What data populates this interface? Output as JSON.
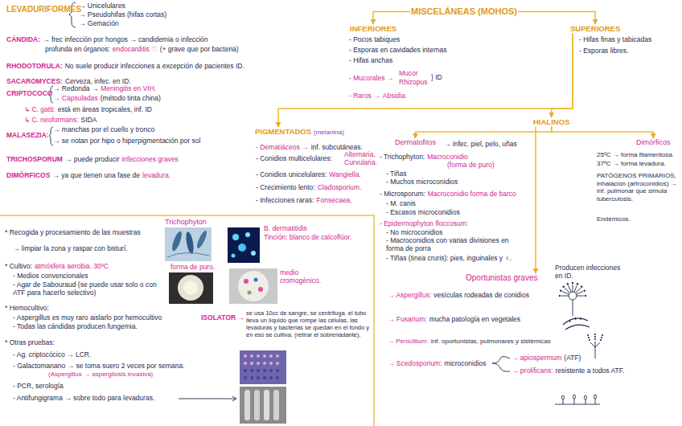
{
  "diagram": {
    "nodes": [
      {
        "text": [
          "MISCELÁNEAS (MOHOS)"
        ]
      },
      {
        "text": [
          "INFERIORES"
        ]
      },
      {
        "text": [
          "SUPERIORES"
        ]
      },
      {
        "text": [
          "PIGMENTADOS",
          "(melanina)"
        ]
      },
      {
        "text": [
          "HIALINOS"
        ]
      },
      {
        "text": [
          "Dermatofitos"
        ]
      },
      {
        "text": [
          "Dimórficos"
        ]
      },
      {
        "text": [
          "Oportunistas graves"
        ]
      }
    ],
    "edges": [
      {
        "from": 0,
        "to": 1,
        "arrow": "to"
      },
      {
        "from": 0,
        "to": 2,
        "arrow": "to"
      },
      {
        "from": 2,
        "to": 3,
        "arrow": "to"
      },
      {
        "from": 2,
        "to": 4,
        "arrow": "to"
      },
      {
        "from": 4,
        "to": 5,
        "arrow": "to"
      },
      {
        "from": 4,
        "to": 6,
        "arrow": "to"
      },
      {
        "from": 4,
        "to": 7,
        "arrow": "to"
      }
    ],
    "labels": [
      "LEVADURIFORMES",
      "→ Unicelulares",
      "→ Pseudohifas (hifas cortas)",
      "→ Gemación",
      "CÁNDIDA:",
      "→ frec infección por hongos → candidemia o infección",
      "profunda en órganos:",
      "endocarditis ♡",
      "(+ grave que por bacteria)",
      "RHODOTORULA:",
      "No suele producir infecciones a excepción de pacientes ID.",
      "SACAROMYCES:",
      "Cerveza, infec. en ID.",
      "CRIPTOCOCO",
      "→ Redonda →",
      "Meningitis en VIH.",
      "→ Capsuladas",
      "(método tinta china)",
      "↳ C. gatti:",
      "está en áreas tropicales, inf. ID",
      "↳ C. neoformans:",
      "SIDA",
      "→ manchas por el cuello y tronco",
      "MALASEZIA:",
      "→ se notan por hipo o hiperpigmentación por sol",
      "TRICHOSPORUM",
      "→ puede producir",
      "infecciones graves",
      "DIMÓRFICOS",
      "→ ya que tienen una fase de",
      "levadura.",
      "- Pocos tabiques",
      "- Esporas en cavidades internas",
      "- Hifas anchas",
      "- Mucorales →",
      "Mucor",
      "Rhizopus",
      "} ID",
      "- Raros →",
      "Absidia.",
      "- Hifas finas y tabicadas",
      "- Esporas libres.",
      "- Dematiáceos →",
      "inf. subcutáneas.",
      "- Conidios multicelulares:",
      "Alternaria,",
      "Curvularia.",
      "- Conidios unicelulares:",
      "Wangiella.",
      "- Crecimiento lento:",
      "Cladosporium.",
      "- Infecciones raras:",
      "Fonsecaea.",
      "→ infec. piel, pelo, uñas",
      "- Trichophyton:",
      "Macroconidio",
      "(forma de puro)",
      "- Tiñas",
      "- Muchos microconidios",
      "- Microsporum:",
      "Macroconidio forma de barco",
      "- M. canis",
      "- Escasos microconidios",
      "- Epidermophyton floccosum:",
      "- No microconidios",
      "- Macroconidios con varias divisiones en forma de porra",
      "- Tiñas (tinea cruris): pies, inguinales y ♀.",
      "25ºC → forma filamentosa.",
      "37ºC → forma levadura.",
      "PATÓGENOS PRIMARIOS, inhalación (artroconidios) → inf. pulmonar que simula tuberculosis.",
      "Endémicos.",
      "Producen infecciones en ID.",
      "→ Aspergillus:",
      "vesículas rodeadas de conidios",
      "→ Fusarium:",
      "mucha patología en vegetales",
      "→ Penicillium:",
      "Inf. oportunistas, pulmonares y sistémicas",
      "→ Scedosporium:",
      "microconidios",
      "→ apiospermum",
      "(ATF)",
      "→ prolificans:",
      "resistente a todos ATF.",
      "* Recogida y procesamiento de las muestras",
      "→ limpiar la zona y raspar con bisturí.",
      "* Cultivo:",
      "atmósfera aerobia. 30ºC",
      "- Medios convencionales",
      "- Agar de Sabouraud (se puede usar solo o con ATF para hacerlo selectivo)",
      "* Hemocultivo:",
      "- Aspergillus es muy raro aislarlo por hemocultivo",
      "- Todas las cándidas producen fungemia.",
      "* Otras pruebas:",
      "- Ag. criptocócico → LCR.",
      "- Galactomanano → se toma suero 2 veces por semana.",
      "(Aspergillus → aspergilosis invasiva)",
      "- PCR, serología",
      "- Antifungigrama → sobre todo para levaduras.",
      "Trichophyton",
      "forma de puro.",
      "B. dermatitidis",
      "Tinción: blanco de calcoflúor.",
      "medio cromogénico.",
      "ISOLATOR →",
      "se usa 10cc de sangre, se centrifuga. el tubo lleva un líquido que rompe las células, las levaduras y bacterias se quedan en el fondo y en eso se cultiva. (retirar el sobrenadante)."
    ]
  }
}
